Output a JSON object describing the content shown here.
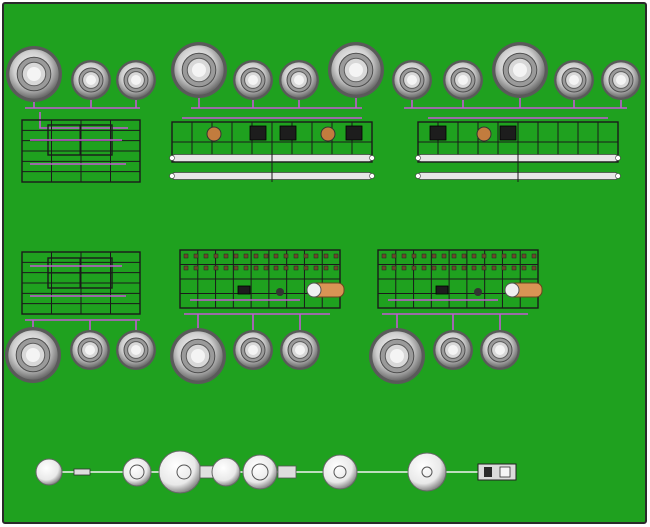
{
  "colors": {
    "background": "#1fa11f",
    "border": "#2a2a2a",
    "frame": "#1a1a1a",
    "pipe": "#c25bd3",
    "tube": "#e6e6e6",
    "motor": "#d99455",
    "tank_light": "#eeeeee",
    "tank_dark": "#4b4b4b"
  },
  "icons": {
    "tank": "cylindrical-tank-icon",
    "frame": "equipment-frame-icon",
    "motor": "motor-icon",
    "sphere": "spherical-vessel-icon",
    "controller": "control-box-icon"
  },
  "groups": [
    {
      "name": "top-left-module"
    },
    {
      "name": "top-middle-module"
    },
    {
      "name": "top-right-module"
    },
    {
      "name": "middle-left-module"
    },
    {
      "name": "middle-center-module"
    },
    {
      "name": "middle-right-module"
    },
    {
      "name": "bottom-process-line"
    }
  ]
}
